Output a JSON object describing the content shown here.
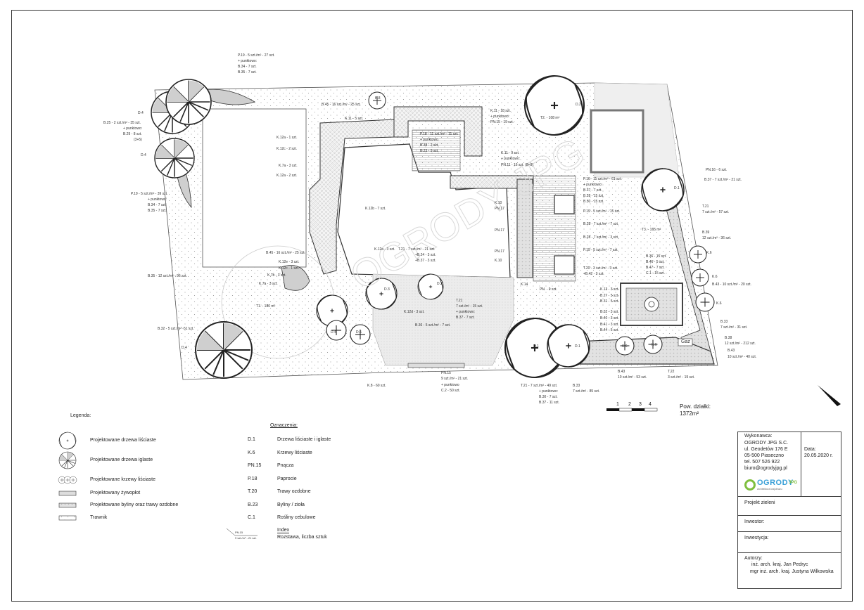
{
  "plan_labels": {
    "p19_top": "P.19 - 5 szt./m² - 27 szt.",
    "punktowo_top": "+ punktowo:",
    "b34_top": "B.34 - 7 szt.",
    "b35_top": "B.35 - 7 szt.",
    "d4_a": "D.4",
    "d4_b": "D.4",
    "d4_c": "D.4",
    "b25": "B.25 - 2 szt./m² - 35 szt.",
    "b25_p": "+ punktowo:",
    "b29": "B.29 - 8 szt.",
    "b29_b": "(3+5)",
    "p19_left": "P.19 - 5 szt./m² - 39 szt.",
    "punktowo_left": "+ punktowo:",
    "b34_left": "B.34 - 7 szt.",
    "b35_left": "B.35 - 7 szt.",
    "b45_a": "B.45 - 16 szt./m² - 25 szt.",
    "k11_a": "K.11 - 5 szt.",
    "k8": "K.8",
    "k11_b": "K.11 - 18 szt.",
    "punktowo_k11": "+ punktowo:",
    "pn15_a": "PN.15 - 19 szt.",
    "d2_top": "D.2",
    "t2": "T2. - 108 m²",
    "k12a_1": "K.12a - 1 szt.",
    "k12c_1": "K.12c - 2 szt.",
    "k7a_1": "K.7a - 3 szt.",
    "k12a_2": "K.12a - 2 szt.",
    "p18": "P.18 - 11 szt./m² - 11 szt.",
    "p18_p": "+ punktowo",
    "b38": "B.38 - 2 szt.",
    "b23": "B.23 - 9 szt.",
    "k11_c": "K.11 - 9 szt.",
    "punktowo_c": "+ punktowo:",
    "pn11": "PN.11 - 16 szt. (8+8)",
    "pn16": "PN.16 - 6 szt.",
    "b37_r": "B.37 - 7 szt./m² - 21 szt.",
    "p16": "P.16 - 11 szt./m² - 61 szt.",
    "p16_p": "+ punktowo:",
    "b37_b": "B.37 - 7 szt.",
    "b28_a": "B.28 - 15 szt.",
    "b30_a": "B.30 - 15 szt.",
    "k12b": "K.12b - 7 szt.",
    "k10_a": "K.10",
    "pn17_a": "PN.17",
    "pn17_b": "PN.17",
    "pn17_c": "PN.17",
    "k10_b": "K.10",
    "d1_r": "D.1",
    "t21_r": "T.21",
    "t21_r_b": "7 szt./m² - 57 szt.",
    "p19_r": "P.19 - 5 szt./m² - 15 szt.",
    "b28_b": "B.28 - 7 szt./m² - 7 szt.",
    "t3": "T3. - 165 m²",
    "b28_c": "B.28 - 7 szt./m² - 3 szt.",
    "b39": "B.39",
    "b39_b": "12 szt./m² - 36 szt.",
    "p19_r2": "P.19 - 5 szt./m² - 7 szt.",
    "k6_a": "K.6",
    "b45_b": "B.45 - 16 szt./m² - 25 szt.",
    "k12e": "K.12e - 3 szt.",
    "k12c_2": "K.12c - 1 szt.",
    "k12a_3": "K.12a - 3 szt.",
    "t21_c": "T.21 - 7 szt./m² - 21 szt.",
    "b24": "+B.24 - 3 szt.",
    "b37_c": "+B.37 - 3 szt.",
    "b36_a": "B.36 - 15 szt.",
    "b46": "B.46 - 5 szt.",
    "b47": "B.47 - 7 szt.",
    "c1": "C.1 - 15 szt.",
    "t20": "T.20 - 3 szt./m² - 3 szt.",
    "b42": "+B.42 - 3 szt.",
    "k6_b": "K.6",
    "b43_a": "B.43 - 10 szt./m² - 20 szt.",
    "b35_mid": "B.35 - 12 szt./m² - 96 szt.",
    "k7b": "K.7b - 3 szt.",
    "k7a_2": "K.7a - 3 szt.",
    "d3": "D.3",
    "d2_mid": "D.2",
    "pn8": "PN. - 9 szt.",
    "k14": "K.14",
    "k13": "K.13 - 3 szt.",
    "b27": "B.27 - 5 szt.",
    "b31": "B.31 - 5 szt.",
    "k6_c": "K.6",
    "t1": "T1. - 180 m²",
    "k12d": "K.12d - 3 szt.",
    "t21_m": "T.21",
    "t21_m_b": "7 szt./m² - 15 szt.",
    "t21_m_p": "+ punktowo:",
    "b37_m": "B.37 - 7 szt.",
    "b32_a": "B.32 - 3 szt.",
    "b40": "B.40 - 3 szt.",
    "b41": "B.41 - 3 szt.",
    "b44": "B.44 - 5 szt.",
    "b36_m": "B.36 - 5 szt./m² - 7 szt.",
    "b33": "B.33",
    "b33_b": "7 szt./m² - 31 szt.",
    "b38_r": "B.38",
    "b38_r_b": "12 szt./m² - 212 szt.",
    "b43_r": "B.43",
    "b43_r_b": "10 szt./m² - 40 szt.",
    "b32_b": "B.32 - 5 szt./m² -51 szt.",
    "d4_bottom": "D.4",
    "d4_1": "D.4",
    "d5": "D.5",
    "d1_a": "D.1",
    "d1_b": "D.1",
    "k6_d": "K.6",
    "k6_e": "K.6",
    "gaz": "Gaz",
    "b43_b": "B.43",
    "b43_b2": "10 szt./m² - 53 szt.",
    "t22": "T.22",
    "t22_b": "3 szt./m² - 19 szt.",
    "pn15_b": "PN.15",
    "pn15_b2": "9 szt./m² - 21 szt.",
    "pn15_p": "+ punktowo",
    "c2": "C.2 - 50 szt.",
    "k8_b": "K.8 - 60 szt.",
    "t21_b": "T.21 - 7 szt./m² - 49 szt.",
    "t21_b_p": "+ punktowo:",
    "b30_b": "B.30 - 7 szt.",
    "b37_b2": "B.37 - 11 szt.",
    "b33_c": "B.33",
    "b33_c2": "7 szt./m² - 85 szt."
  },
  "scale": {
    "ticks": [
      "1",
      "2",
      "3",
      "4"
    ]
  },
  "area": {
    "label": "Pow. działki:",
    "value": "1372m²"
  },
  "legend": {
    "title": "Legenda:",
    "items": [
      "Projektowane drzewa liściaste",
      "Projektowane drzewa iglaste",
      "Projektowane krzewy liściaste",
      "Projektowany żywopłot",
      "Projektowane byliny oraz trawy ozdobne",
      "Trawnik"
    ]
  },
  "notation": {
    "title": "Oznaczenia:",
    "items": [
      {
        "code": "D.1",
        "desc": "Drzewa liściaste i iglaste"
      },
      {
        "code": "K.6",
        "desc": "Krzewy liściaste"
      },
      {
        "code": "PN.15",
        "desc": "Pnącza"
      },
      {
        "code": "P.18",
        "desc": "Paprocie"
      },
      {
        "code": "T.20",
        "desc": "Trawy ozdobne"
      },
      {
        "code": "B.23",
        "desc": "Byliny / zioła"
      },
      {
        "code": "C.1",
        "desc": "Rośliny cebulowe"
      }
    ],
    "index_title": "Index",
    "index_desc": "Rozstawa, liczba sztuk",
    "sample_code": "PN.15",
    "sample_text": "9 szt./m² - 21 szt."
  },
  "title_block": {
    "contractor_label": "Wykonawca:",
    "company": "OGRODY JPG S.C.",
    "street": "ul. Geodetów 176 E",
    "city": "05-500 Piaseczno",
    "phone": "tel. 507 526 922",
    "email": "biuro@ogrodyjpg.pl",
    "logo_text": "OGRODY",
    "logo_suffix": "JPG",
    "logo_sub": "architektura krajobrazu",
    "date_label": "Data:",
    "date": "20.05.2020 r.",
    "project": "Projekt zieleni",
    "investor": "Inwestor:",
    "investment": "Inwestycja:",
    "authors_label": "Autorzy:",
    "author1": "inż. arch. kraj. Jan Pedryc",
    "author2": "mgr inż. arch. kraj. Justyna Wilkowska"
  },
  "watermark": {
    "text": "OGRODY JPG",
    "sub": "architektura krajobrazu"
  },
  "colors": {
    "line": "#333333",
    "lawn_dot": "#9a9a9a",
    "hedge": "#bfbfbf",
    "accent": "#3aa0d8",
    "green": "#7fbf3f"
  }
}
